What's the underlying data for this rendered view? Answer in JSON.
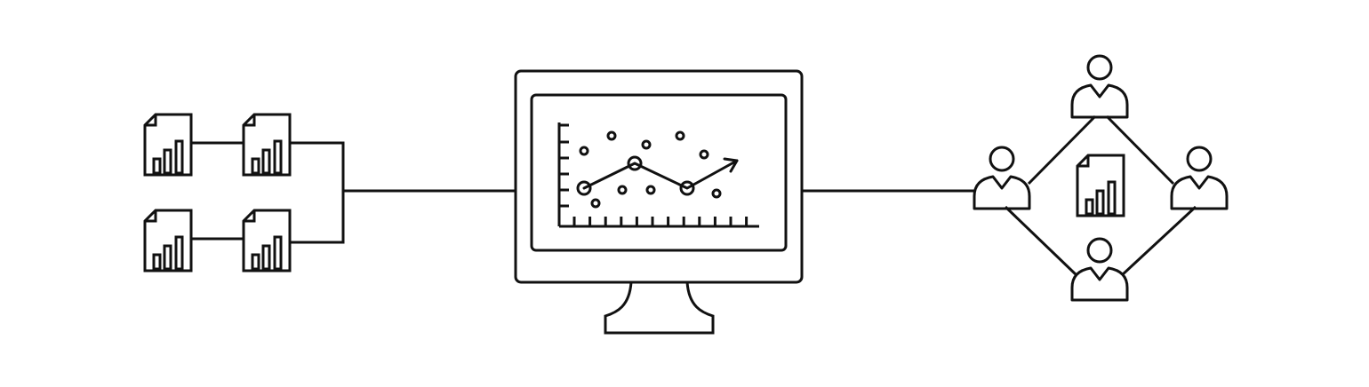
{
  "colors": {
    "stroke": "#111111",
    "background": "#ffffff"
  },
  "icons": {
    "report": "report-document-icon",
    "monitor": "computer-monitor-icon",
    "person": "user-person-icon"
  },
  "nodes": {
    "source_reports": 4,
    "team_members": 4,
    "shared_reports": 1
  }
}
